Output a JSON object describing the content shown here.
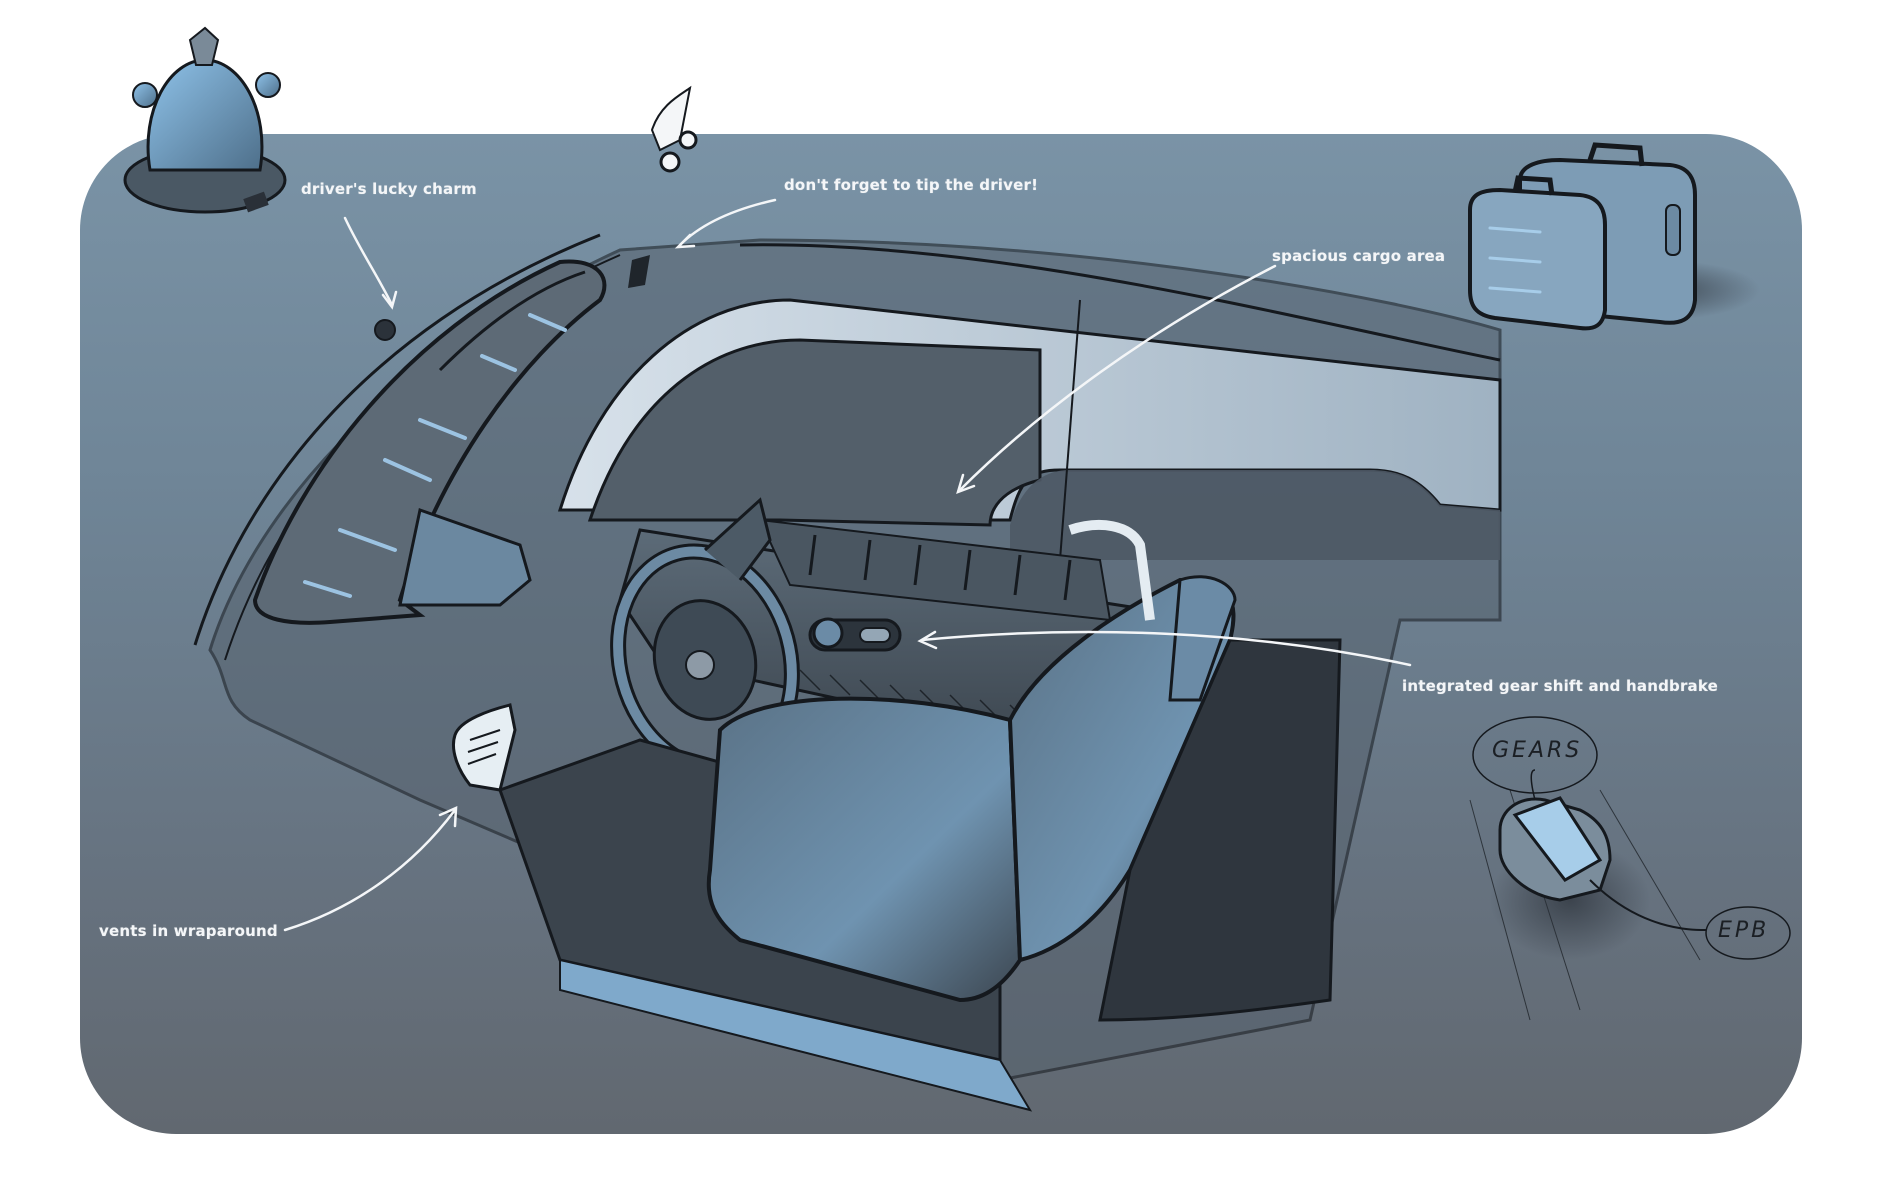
{
  "sketch": {
    "subject": "car interior concept sketch",
    "palette": {
      "panel_top": "#7a93a6",
      "panel_bottom": "#616870",
      "accent_blue": "#7fb6df",
      "line_dark": "#15191e",
      "annotation_white": "#f4f6f8",
      "page_background": "#ffffff"
    }
  },
  "annotations": {
    "lucky_charm": "driver's lucky charm",
    "tip_driver": "don't forget to tip the driver!",
    "cargo_area": "spacious cargo area",
    "gear_shift": "integrated gear shift and handbrake",
    "vents": "vents in wraparound"
  },
  "detail_callouts": {
    "gears": "GEARS",
    "epb": "EPB"
  }
}
